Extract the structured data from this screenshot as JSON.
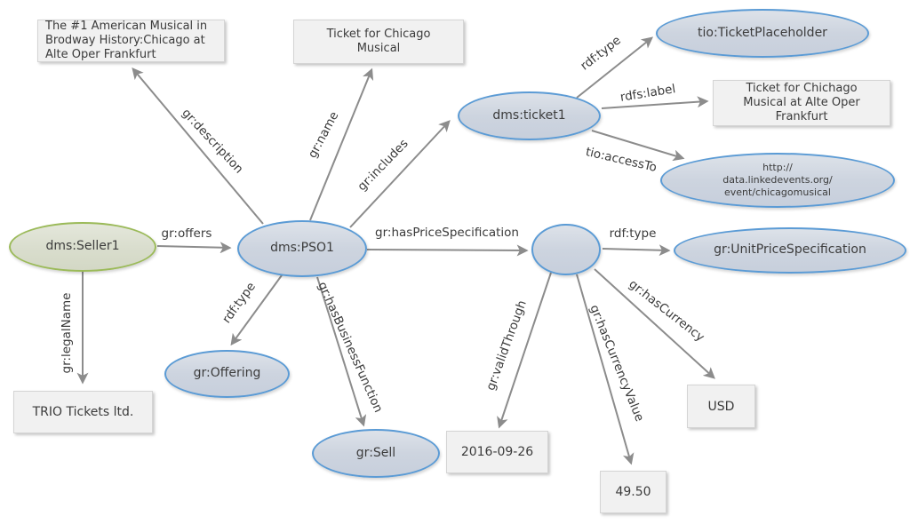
{
  "diagram": {
    "nodes": {
      "seller1": {
        "label": "dms:Seller1"
      },
      "pso1": {
        "label": "dms:PSO1"
      },
      "ticket1": {
        "label": "dms:ticket1"
      },
      "ticket_placeholder": {
        "label": "tio:TicketPlaceholder"
      },
      "access_uri": {
        "label": "http://\ndata.linkedevents.org/\nevent/chicagomusical"
      },
      "unit_price_specification": {
        "label": "gr:UnitPriceSpecification"
      },
      "price_blank_node": {
        "label": ""
      },
      "offering": {
        "label": "gr:Offering"
      },
      "sell": {
        "label": "gr:Sell"
      }
    },
    "literals": {
      "description": "The #1 American Musical in\nBrodway History:Chicago at\nAlte Oper Frankfurt",
      "name": "Ticket for Chicago\nMusical",
      "rdfs_label": "Ticket for Chichago\nMusical at Alte Oper\nFrankfurt",
      "legal_name": "TRIO Tickets ltd.",
      "valid_through": "2016-09-26",
      "currency_value": "49.50",
      "currency": "USD"
    },
    "edge_labels": {
      "offers": "gr:offers",
      "legal_name": "gr:legalName",
      "description": "gr:description",
      "name": "gr:name",
      "includes": "gr:includes",
      "has_price_specification": "gr:hasPriceSpecification",
      "type_offering": "rdf:type",
      "has_business_function": "gr:hasBusinessFunction",
      "type_ticket_placeholder": "rdf:type",
      "rdfs_label": "rdfs:label",
      "access_to": "tio:accessTo",
      "type_unit_price_specification": "rdf:type",
      "valid_through": "gr:validThrough",
      "has_currency_value": "gr:hasCurrencyValue",
      "has_currency": "gr:hasCurrency"
    },
    "colors": {
      "node_fill": "#ccd3de",
      "node_border": "#5b9bd5",
      "seller_fill": "#d9ddcd",
      "seller_border": "#9bba59",
      "literal_fill": "#f1f1f1",
      "literal_border": "#d4d4d4",
      "edge": "#8c8c8c",
      "text": "#3b3b3b"
    }
  }
}
